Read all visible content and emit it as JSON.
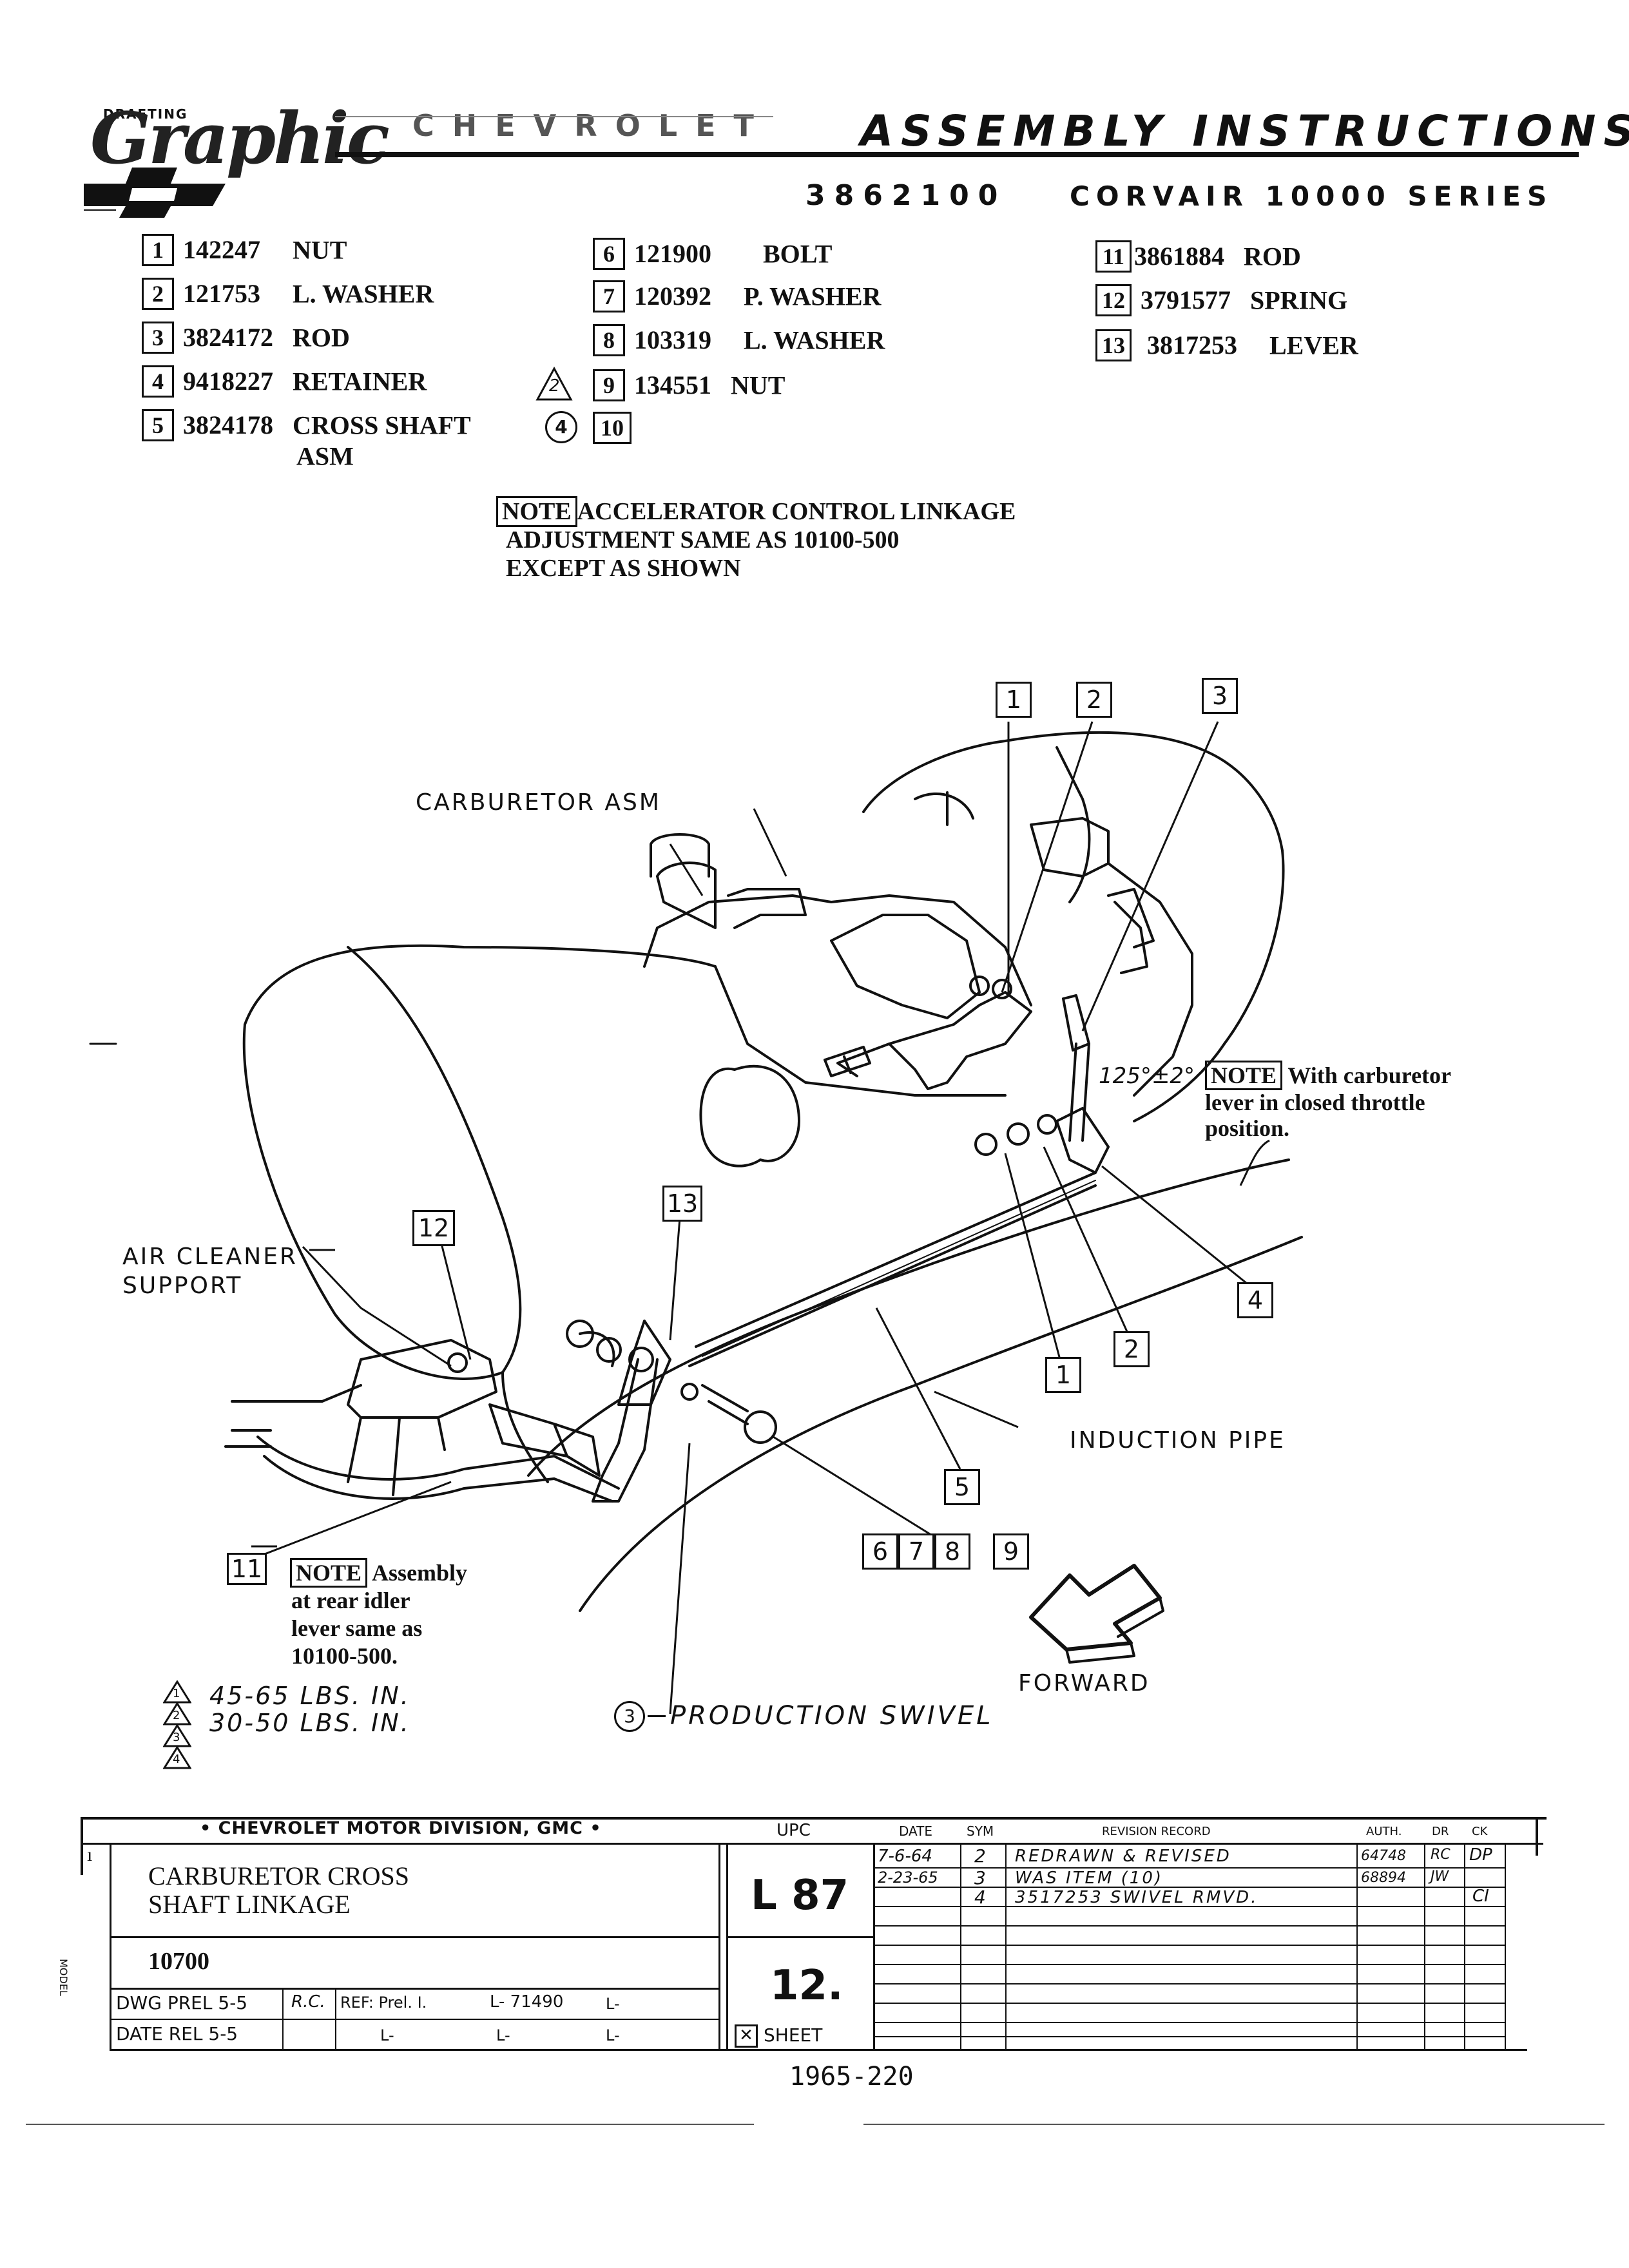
{
  "header": {
    "logo_drafting": "DRAFTING",
    "logo_script": "Graphic",
    "logo_brand": "CHEVROLET",
    "title": "ASSEMBLY INSTRUCTIONS",
    "part_number": "3862100",
    "series": "CORVAIR 10000 SERIES"
  },
  "parts": [
    {
      "no": "1",
      "part": "142247",
      "desc": "NUT"
    },
    {
      "no": "2",
      "part": "121753",
      "desc": "L. WASHER"
    },
    {
      "no": "3",
      "part": "3824172",
      "desc": "ROD"
    },
    {
      "no": "4",
      "part": "9418227",
      "desc": "RETAINER"
    },
    {
      "no": "5",
      "part": "3824178",
      "desc": "CROSS SHAFT",
      "desc2": "ASM"
    },
    {
      "no": "6",
      "part": "121900",
      "desc": "BOLT"
    },
    {
      "no": "7",
      "part": "120392",
      "desc": "P. WASHER"
    },
    {
      "no": "8",
      "part": "103319",
      "desc": "L. WASHER"
    },
    {
      "no": "9",
      "part": "134551",
      "desc": "NUT",
      "flag": "2"
    },
    {
      "no": "10",
      "part": "",
      "desc": "",
      "flag": "4"
    },
    {
      "no": "11",
      "part": "3861884",
      "desc": "ROD"
    },
    {
      "no": "12",
      "part": "3791577",
      "desc": "SPRING"
    },
    {
      "no": "13",
      "part": "3817253",
      "desc": "LEVER"
    }
  ],
  "notes": {
    "tag": "NOTE",
    "main_line1": "ACCELERATOR CONTROL LINKAGE",
    "main_line2": "ADJUSTMENT SAME AS 10100-500",
    "main_line3": "EXCEPT AS SHOWN",
    "throttle_line1": "With carburetor",
    "throttle_line2": "lever in closed throttle",
    "throttle_line3": "position.",
    "idler_line1": "Assembly",
    "idler_line2": "at rear idler",
    "idler_line3": "lever same as",
    "idler_line4": "10100-500."
  },
  "diagram": {
    "carburetor": "CARBURETOR ASM",
    "air_cleaner_1": "AIR CLEANER",
    "air_cleaner_2": "SUPPORT",
    "induction": "INDUCTION PIPE",
    "forward": "FORWARD",
    "angle": "125°±2°",
    "swivel_marker": "3",
    "swivel": "PRODUCTION SWIVEL",
    "torque1_flag": "1",
    "torque1": "45-65 LBS. IN.",
    "torque2_flag": "2",
    "torque2": "30-50 LBS. IN.",
    "flag3": "3",
    "flag4": "4",
    "callouts": {
      "top1": "1",
      "top2": "2",
      "top3": "3",
      "c4": "4",
      "c2": "2",
      "c1": "1",
      "c5": "5",
      "c13": "13",
      "c12": "12",
      "c11": "11",
      "c6": "6",
      "c7": "7",
      "c8": "8",
      "c9": "9"
    }
  },
  "title_block": {
    "division": "• CHEVROLET MOTOR DIVISION, GMC •",
    "upc_header": "UPC",
    "date_header": "DATE",
    "sym_header": "SYM",
    "rev_header": "REVISION RECORD",
    "auth_header": "AUTH.",
    "dr_header": "DR",
    "ck_header": "CK",
    "title_line1": "CARBURETOR CROSS",
    "title_line2": "SHAFT LINKAGE",
    "upc": "L 87",
    "model_label": "MODEL",
    "model": "10700",
    "sheet_no": "12.",
    "sheet_label": "SHEET",
    "dwg_prel": "DWG PREL 5-5",
    "dwg_by": "R.C.",
    "ref": "REF: Prel. I.",
    "l_num": "L- 71490",
    "l_blank": "L-",
    "date_rel": "DATE REL 5-5",
    "revisions": [
      {
        "date": "7-6-64",
        "sym": "2",
        "record": "REDRAWN & REVISED",
        "auth": "64748",
        "dr": "RC",
        "ck": "DP"
      },
      {
        "date": "2-23-65",
        "sym": "3",
        "record": "WAS ITEM (10)",
        "auth": "68894",
        "dr": "JW",
        "ck": ""
      },
      {
        "date": "",
        "sym": "4",
        "record": "3517253 SWIVEL RMVD.",
        "auth": "",
        "dr": "",
        "ck": "CI"
      }
    ]
  },
  "footer": {
    "page_ref": "1965-220"
  }
}
